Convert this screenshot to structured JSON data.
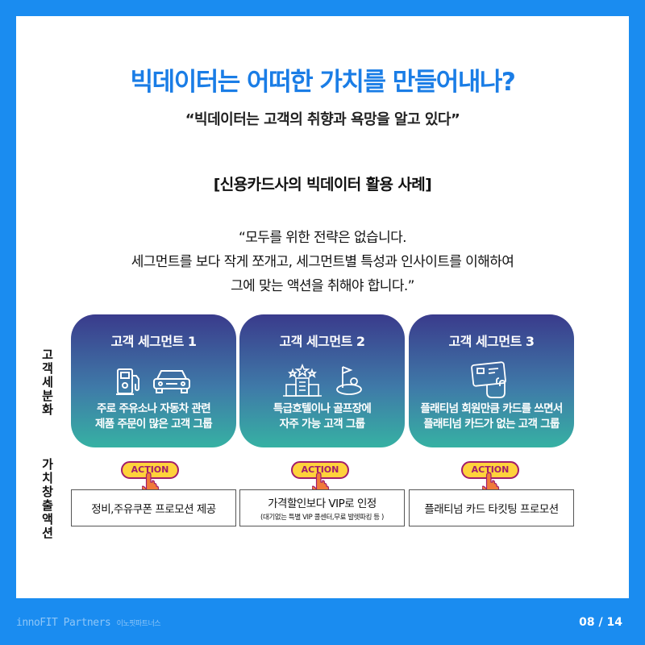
{
  "title": "빅데이터는 어떠한 가치를 만들어내나?",
  "subtitle": "“빅데이터는 고객의 취향과 욕망을 알고 있다”",
  "section_title": "[신용카드사의 빅데이터 활용 사례]",
  "quote_lines": [
    "“모두를 위한 전략은 없습니다.",
    "세그먼트를 보다 작게 쪼개고, 세그먼트별 특성과 인사이트를 이해하여",
    "그에 맞는 액션을 취해야 합니다.”"
  ],
  "side_labels": {
    "segmentation": "고객세분화",
    "value_creation": "가치창출액션"
  },
  "segments": [
    {
      "title": "고객 세그먼트 1",
      "desc_line1": "주로 주유소나 자동차 관련",
      "desc_line2": "제품 주문이 많은 고객 그룹",
      "icons": [
        "gas-station-icon",
        "car-icon"
      ]
    },
    {
      "title": "고객 세그먼트 2",
      "desc_line1": "특급호텔이나 골프장에",
      "desc_line2": "자주 가능 고객 그룹",
      "icons": [
        "hotel-icon",
        "golf-icon"
      ]
    },
    {
      "title": "고객 세그먼트 3",
      "desc_line1": "플래티넘 회원만큼 카드를 쓰면서",
      "desc_line2": "플래티넘 카드가 없는 고객 그룹",
      "icons": [
        "credit-card-hand-icon"
      ]
    }
  ],
  "action_label": "ACTION",
  "actions": [
    {
      "main": "정비,주유쿠폰 프로모션 제공",
      "sub": ""
    },
    {
      "main": "가격할인보다 VIP로 인정",
      "sub": "(대기없는 특별 VIP 콜센터,무료 발렛파킹 등 )"
    },
    {
      "main": "플래티넘 카드 타킷팅 프로모션",
      "sub": ""
    }
  ],
  "footer": {
    "brand": "innoFIT Partners",
    "brand_kr": "이노핏파트너스",
    "page": "08 / 14"
  },
  "colors": {
    "background": "#1a8cf0",
    "title": "#1a7de6",
    "card_top": "#3a3b8c",
    "card_bottom": "#36b1a3",
    "action_fill": "#ffd23b",
    "action_stroke": "#a21c6c"
  }
}
